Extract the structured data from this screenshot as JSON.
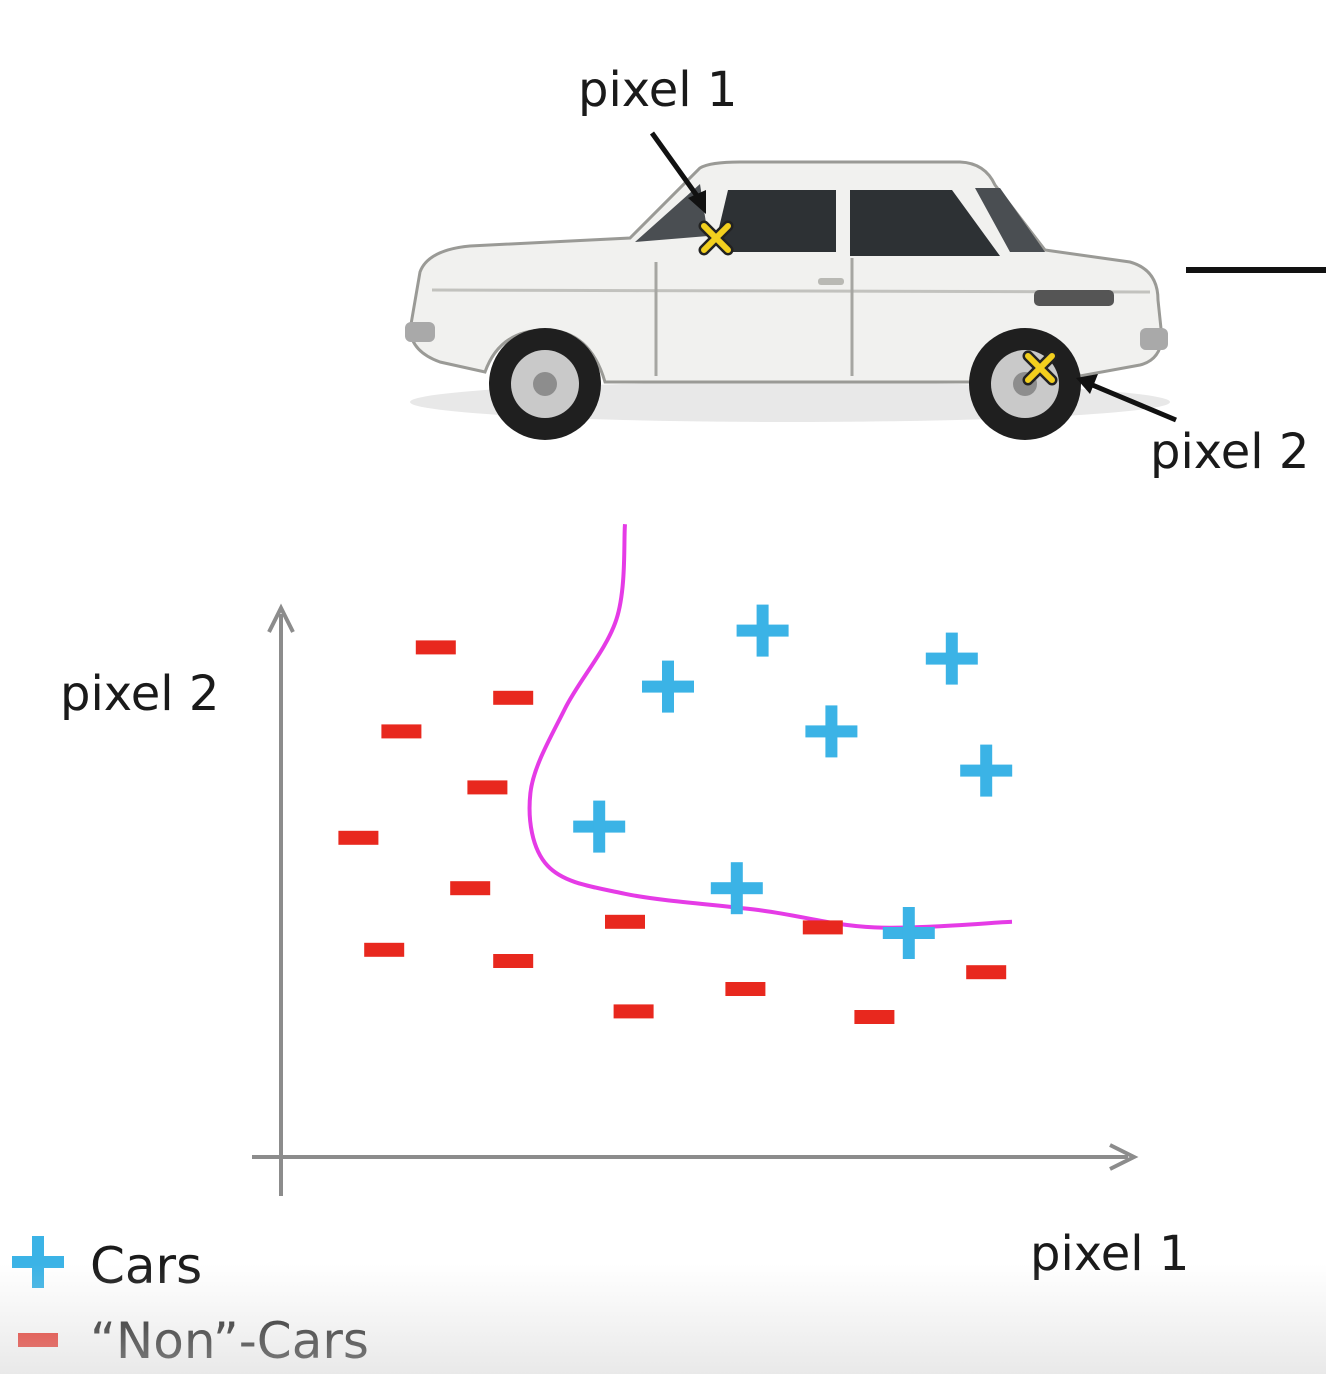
{
  "illustration": {
    "pixel1_label": "pixel 1",
    "pixel2_label": "pixel 2",
    "marker_color": "#f2cf1e"
  },
  "chart_data": {
    "type": "scatter",
    "xlabel": "pixel 1",
    "ylabel": "pixel 2",
    "xlim": [
      0,
      10
    ],
    "ylim": [
      0,
      10
    ],
    "grid": false,
    "legend_placement": "bottom-left",
    "series": [
      {
        "name": "Cars",
        "marker": "plus",
        "color": "#3bb3e6",
        "points": [
          [
            5.6,
            9.4
          ],
          [
            7.8,
            8.9
          ],
          [
            4.5,
            8.4
          ],
          [
            6.4,
            7.6
          ],
          [
            8.2,
            6.9
          ],
          [
            3.7,
            5.9
          ],
          [
            5.3,
            4.8
          ],
          [
            7.3,
            4.0
          ]
        ]
      },
      {
        "name": "“Non”-Cars",
        "marker": "minus",
        "color": "#e8281e",
        "points": [
          [
            1.8,
            9.1
          ],
          [
            2.7,
            8.2
          ],
          [
            1.4,
            7.6
          ],
          [
            2.4,
            6.6
          ],
          [
            0.9,
            5.7
          ],
          [
            2.2,
            4.8
          ],
          [
            1.2,
            3.7
          ],
          [
            2.7,
            3.5
          ],
          [
            4.0,
            4.2
          ],
          [
            6.3,
            4.1
          ],
          [
            4.1,
            2.6
          ],
          [
            5.4,
            3.0
          ],
          [
            8.2,
            3.3
          ],
          [
            6.9,
            2.5
          ]
        ]
      }
    ],
    "decision_boundary": {
      "color": "#e53be6",
      "points": [
        [
          4.0,
          11.3
        ],
        [
          3.9,
          9.6
        ],
        [
          3.3,
          8.0
        ],
        [
          2.9,
          6.5
        ],
        [
          3.1,
          5.2
        ],
        [
          4.0,
          4.7
        ],
        [
          5.6,
          4.4
        ],
        [
          6.9,
          4.1
        ],
        [
          8.5,
          4.2
        ]
      ]
    }
  }
}
